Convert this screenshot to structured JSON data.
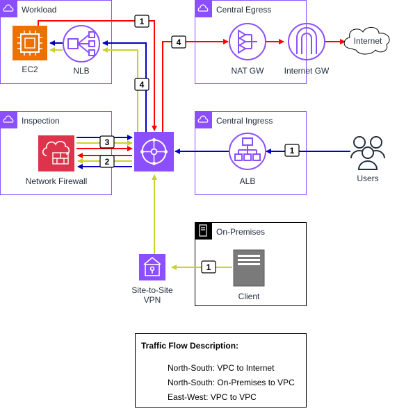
{
  "groups": {
    "workload": "Workload",
    "central_egress": "Central Egress",
    "inspection": "Inspection",
    "central_ingress": "Central Ingress",
    "on_premises": "On-Premises"
  },
  "nodes": {
    "ec2": "EC2",
    "nlb": "NLB",
    "nat_gw": "NAT GW",
    "internet_gw": "Internet GW",
    "internet": "Internet",
    "network_firewall": "Network Firewall",
    "alb": "ALB",
    "users": "Users",
    "vpn_line1": "Site-to-Site",
    "vpn_line2": "VPN",
    "client": "Client"
  },
  "step_badges": {
    "b1_top": "1",
    "b4_egress": "4",
    "b4_workload": "4",
    "b3": "3",
    "b2": "2",
    "b1_ingress": "1",
    "b1_vpn": "1"
  },
  "legend": {
    "title": "Traffic Flow Description:",
    "items": [
      {
        "label": "North-South: VPC to Internet",
        "color": "#ff0000"
      },
      {
        "label": "North-South: On-Premises to VPC",
        "color": "#c9d22c"
      },
      {
        "label": "East-West: VPC to VPC",
        "color": "#0000c0"
      }
    ]
  },
  "colors": {
    "red": "#ff0000",
    "olive": "#c9d22c",
    "blue": "#0000c0",
    "purple": "#8c4fff",
    "ec2_orange": "#ed7100",
    "firewall_red": "#dd344c",
    "client_gray": "#7a7a7a"
  }
}
